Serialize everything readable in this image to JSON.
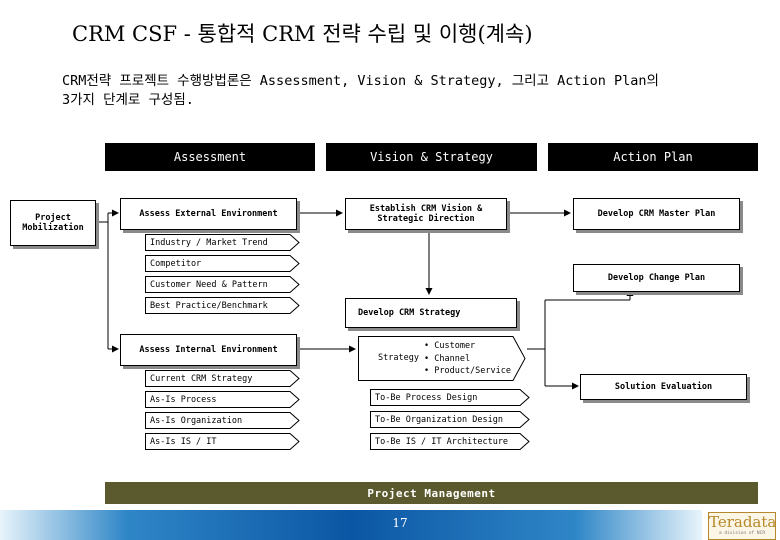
{
  "title": "CRM CSF - 통합적 CRM 전략 수립 및 이행(계속)",
  "subtitle_line1": "CRM전략 프로젝트 수행방법론은 Assessment, Vision & Strategy, 그리고 Action Plan의",
  "subtitle_line2": "3가지 단계로 구성됨.",
  "phases": {
    "assessment": "Assessment",
    "vision": "Vision & Strategy",
    "action": "Action Plan"
  },
  "project_mobilization": {
    "line1": "Project",
    "line2": "Mobilization"
  },
  "assess_external": "Assess External Environment",
  "external_items": [
    "Industry / Market Trend",
    "Competitor",
    "Customer Need & Pattern",
    "Best Practice/Benchmark"
  ],
  "assess_internal": "Assess Internal Environment",
  "internal_items": [
    "Current CRM Strategy",
    "As-Is Process",
    "As-Is Organization",
    "As-Is IS / IT"
  ],
  "establish_vision": {
    "line1": "Establish CRM Vision &",
    "line2": "Strategic Direction"
  },
  "develop_crm_strategy": "Develop CRM Strategy",
  "strategy_label": "Strategy",
  "strategy_items": [
    "• Customer",
    "• Channel",
    "• Product/Service"
  ],
  "tobe_items": [
    "To-Be Process Design",
    "To-Be Organization Design",
    "To-Be IS / IT Architecture"
  ],
  "develop_master_plan": "Develop CRM Master Plan",
  "develop_change_plan": "Develop Change Plan",
  "solution_evaluation": "Solution Evaluation",
  "project_management": "Project Management",
  "page_number": "17",
  "logo": {
    "name": "Teradata",
    "sub": "a division of NCR"
  },
  "colors": {
    "phase_bg": "#000000",
    "pm_bar": "#5a5a2e",
    "footer_blue": "#0b56a4",
    "logo_gold": "#b8892a"
  }
}
